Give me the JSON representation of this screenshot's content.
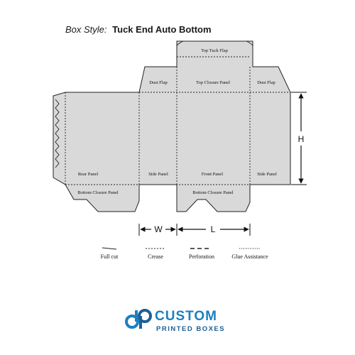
{
  "title": {
    "style_label": "Box Style:",
    "style_name": "Tuck End Auto Bottom"
  },
  "panels": {
    "top_tuck_flap": "Top Tuck Flap",
    "dust_flap_left": "Dust Flap",
    "top_closure_panel": "Top Closure Panel",
    "dust_flap_right": "Dust Flap",
    "rear_panel": "Rear Panel",
    "side_panel_left": "Side Panel",
    "front_panel": "Front Panel",
    "side_panel_right": "Side Panel",
    "bottom_closure_left": "Bottom Closure Panel",
    "bottom_closure_right": "Bottom Closure Panel"
  },
  "dimensions": {
    "width": "W",
    "length": "L",
    "height": "H"
  },
  "legend": {
    "full_cut": "Full cut",
    "crease": "Crease",
    "perforation": "Perforation",
    "glue": "Glue Assistance"
  },
  "logo": {
    "main": "CUSTOM",
    "sub": "PRINTED BOXES"
  },
  "colors": {
    "panel_fill": "#d9d9d9",
    "outline": "#222222",
    "logo_blue": "#1b7fc2"
  }
}
